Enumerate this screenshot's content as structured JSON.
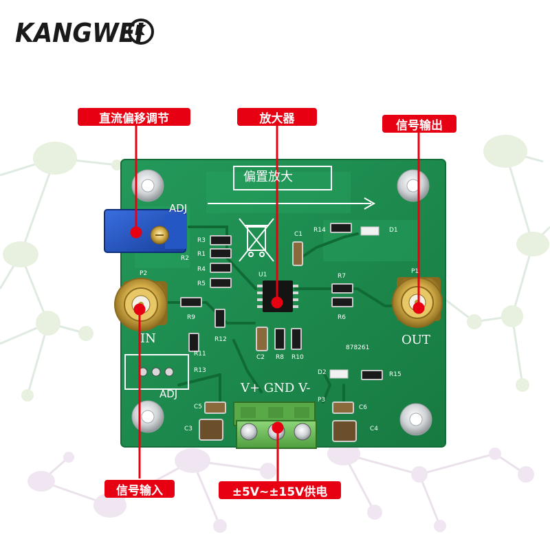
{
  "brand": {
    "logo_text": "KANGWEI",
    "logo_mark_text": "K"
  },
  "callouts": {
    "dc_offset": "直流偏移调节",
    "amplifier": "放大器",
    "signal_out": "信号输出",
    "signal_in": "信号输入",
    "power": "±5V~±15V供电"
  },
  "board": {
    "title": "偏置放大",
    "adj_top": "ADJ",
    "adj_bottom": "ADJ",
    "in_label": "IN",
    "out_label": "OUT",
    "power_label": "V+ GND V-",
    "serial": "878261",
    "connector_in": "P2",
    "connector_out": "P1",
    "connector_power": "P3",
    "ic_label": "U1",
    "designators": [
      "R1",
      "R2",
      "R3",
      "R4",
      "R5",
      "R6",
      "R7",
      "R8",
      "R9",
      "R10",
      "R11",
      "R12",
      "R13",
      "R14",
      "R15",
      "C1",
      "C2",
      "C3",
      "C4",
      "C5",
      "C6",
      "D1",
      "D2"
    ]
  },
  "colors": {
    "pcb_green": "#1f8a4c",
    "callout_red": "#e60012",
    "pot_blue": "#1f4fb5",
    "terminal_green": "#6fbf5a",
    "sma_gold": "#c9a13a"
  }
}
